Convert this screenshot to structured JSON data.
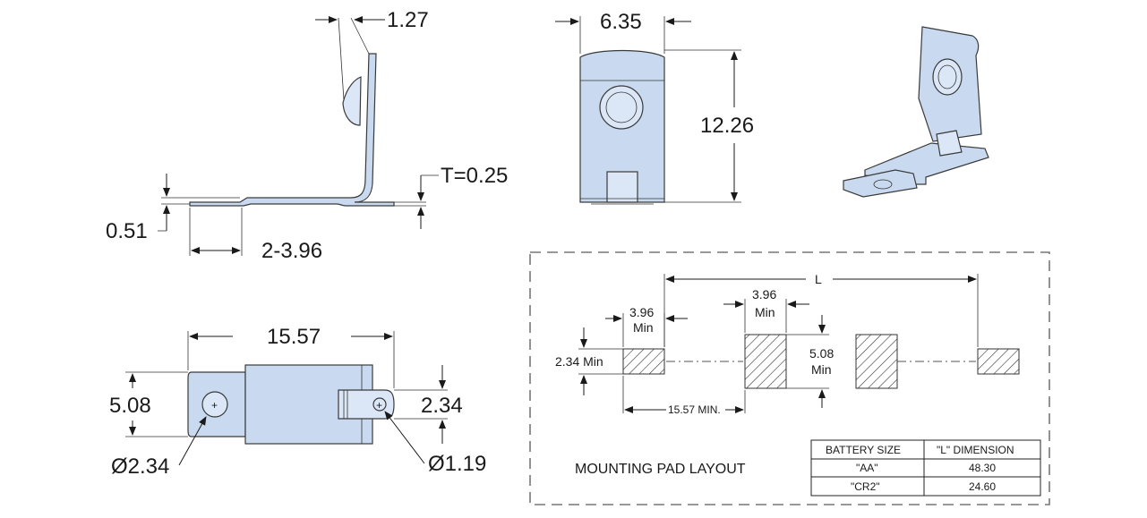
{
  "side_view": {
    "top_width": "1.27",
    "thickness": "T=0.25",
    "dimple_height": "0.51",
    "pad_length": "2-3.96"
  },
  "front_view": {
    "width": "6.35",
    "height": "12.26"
  },
  "bottom_view": {
    "overall_length": "15.57",
    "width": "5.08",
    "tab_width": "2.34",
    "hole_large": "Ø2.34",
    "hole_small": "Ø1.19"
  },
  "pad_layout": {
    "span_label": "L",
    "pad_min_width_1": "3.96",
    "pad_min_width_1b": "Min",
    "pad_min_width_2": "3.96",
    "pad_min_width_2b": "Min",
    "pad_height": "2.34 Min",
    "pad_tall_1": "5.08",
    "pad_tall_2": "Min",
    "min_spacing": "15.57 MIN.",
    "caption": "MOUNTING PAD LAYOUT"
  },
  "battery_table": {
    "headers": [
      "BATTERY SIZE",
      "\"L\" DIMENSION"
    ],
    "rows": [
      [
        "\"AA\"",
        "48.30"
      ],
      [
        "\"CR2\"",
        "24.60"
      ]
    ]
  }
}
